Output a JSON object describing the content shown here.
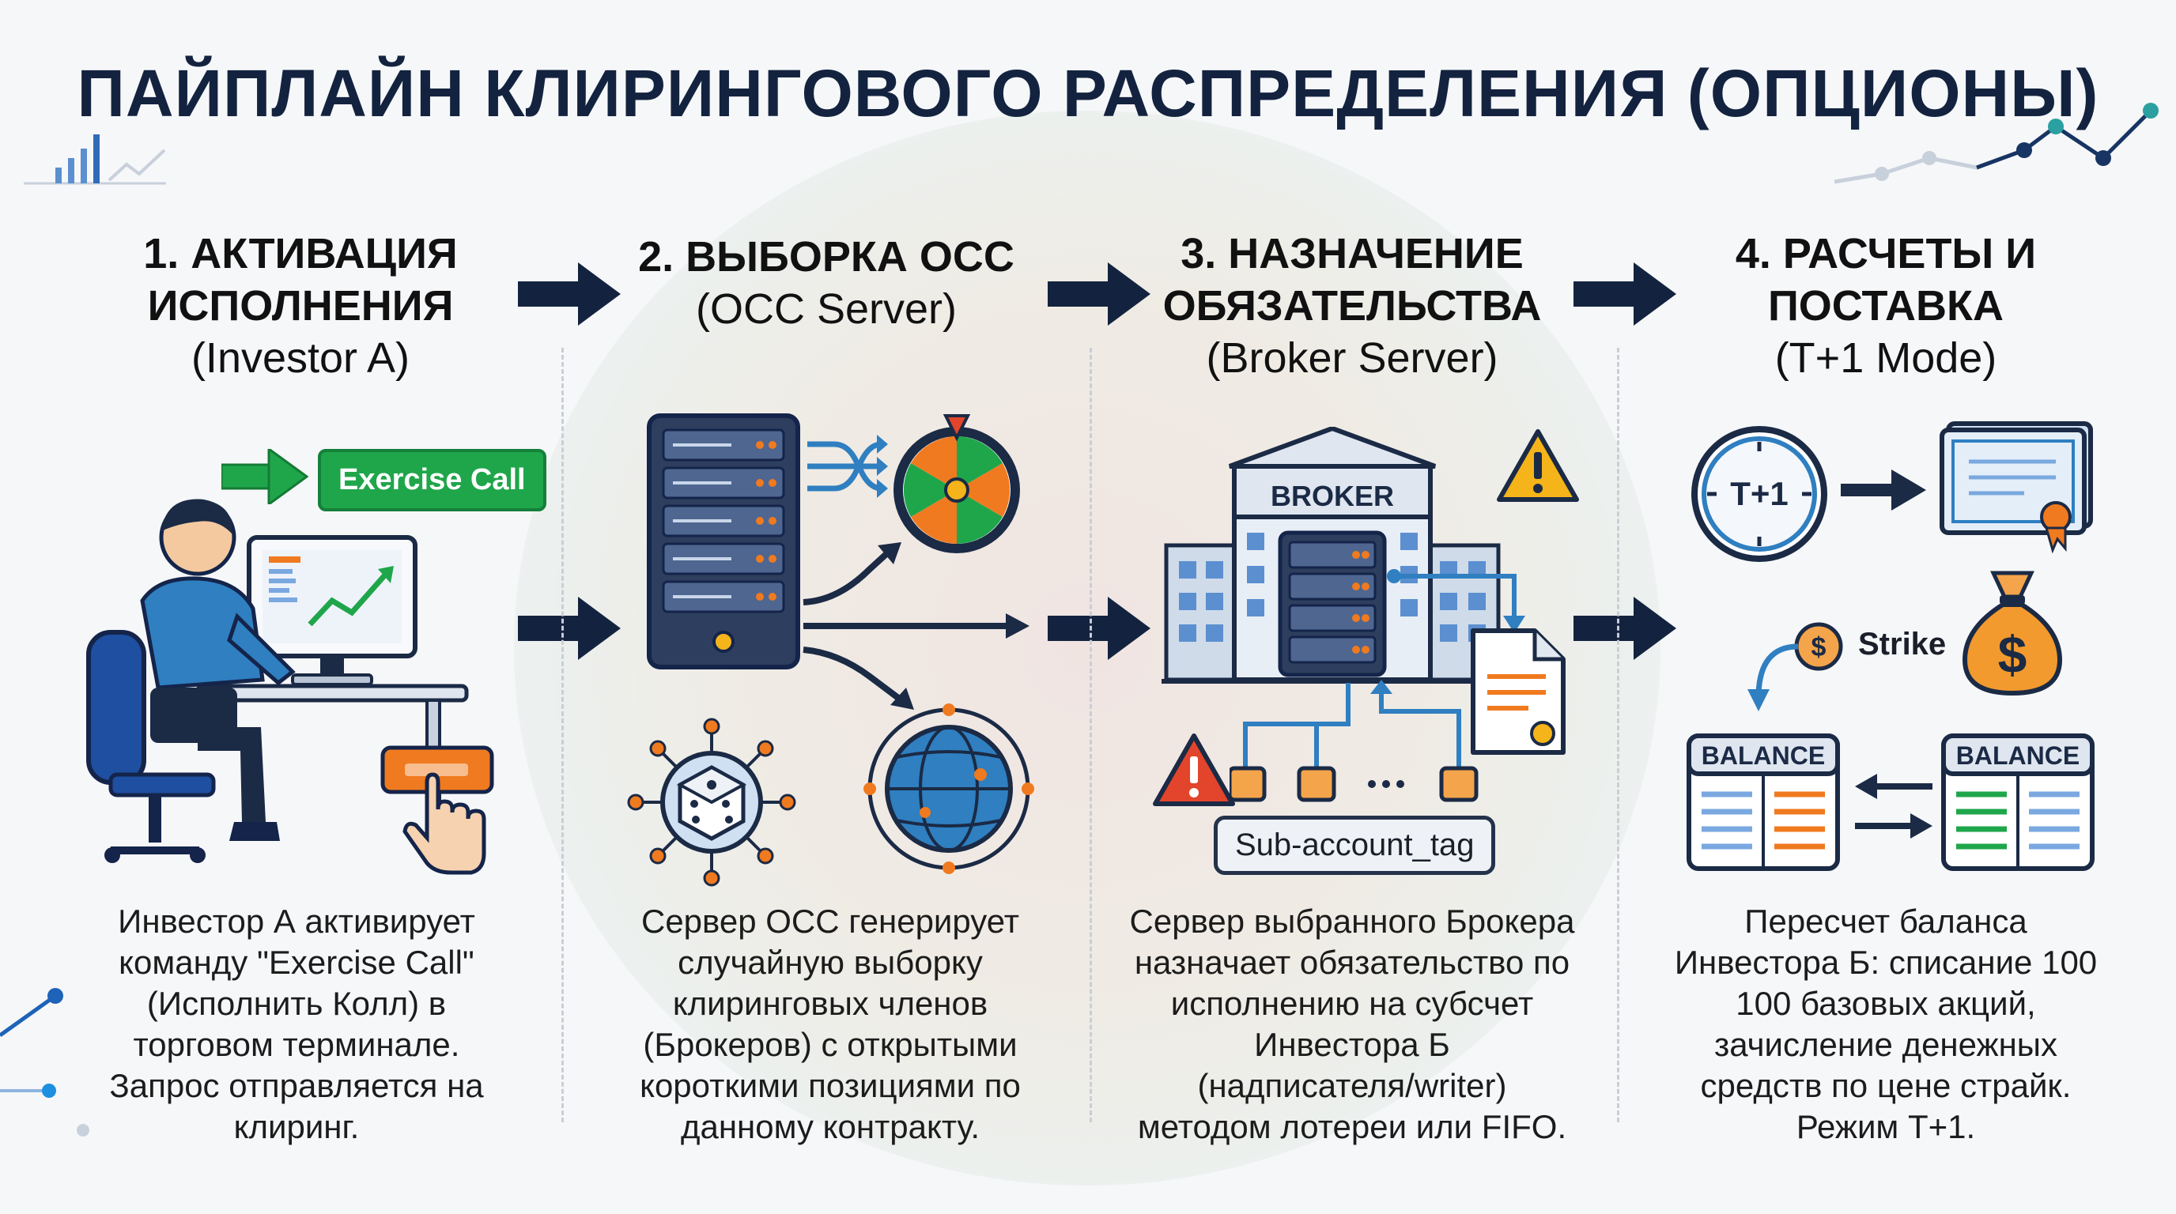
{
  "title": "ПАЙПЛАЙН КЛИРИНГОВОГО РАСПРЕДЕЛЕНИЯ (ОПЦИОНЫ)",
  "steps": [
    {
      "heading": "1. АКТИВАЦИЯ ИСПОЛНЕНИЯ",
      "subheading": "(Investor A)",
      "description": "Инвестор А активирует команду \"Exercise Call\" (Исполнить Колл) в торговом терминале. Запрос отправляется на клиринг."
    },
    {
      "heading": "2. ВЫБОРКА OCC",
      "subheading": "(OCC Server)",
      "description": "Сервер OCC генерирует случайную выборку клиринговых членов (Брокеров) с открытыми короткими позициями по данному контракту."
    },
    {
      "heading": "3. НАЗНАЧЕНИЕ ОБЯЗАТЕЛЬСТВА",
      "subheading": "(Broker Server)",
      "description": "Сервер выбранного Брокера назначает обязательство по исполнению на субсчет Инвестора Б (надписателя/writer) методом лотереи или FIFO."
    },
    {
      "heading": "4. РАСЧЕТЫ И ПОСТАВКА",
      "subheading": "(T+1 Mode)",
      "description": "Пересчет баланса Инвестора Б: списание 100 100 базовых акций, зачисление денежных средств по цене страйк. Режим T+1."
    }
  ],
  "labels": {
    "exercise_call": "Exercise Call",
    "broker": "BROKER",
    "sub_account_tag": "Sub-account_tag",
    "t_plus_one": "T+1",
    "strike": "Strike",
    "balance": "BALANCE",
    "dollar": "$"
  },
  "colors": {
    "navy": "#13233f",
    "green": "#1fa64a",
    "orange": "#f07a1f",
    "blue": "#2f7fc1",
    "warning": "#f4b41a"
  }
}
